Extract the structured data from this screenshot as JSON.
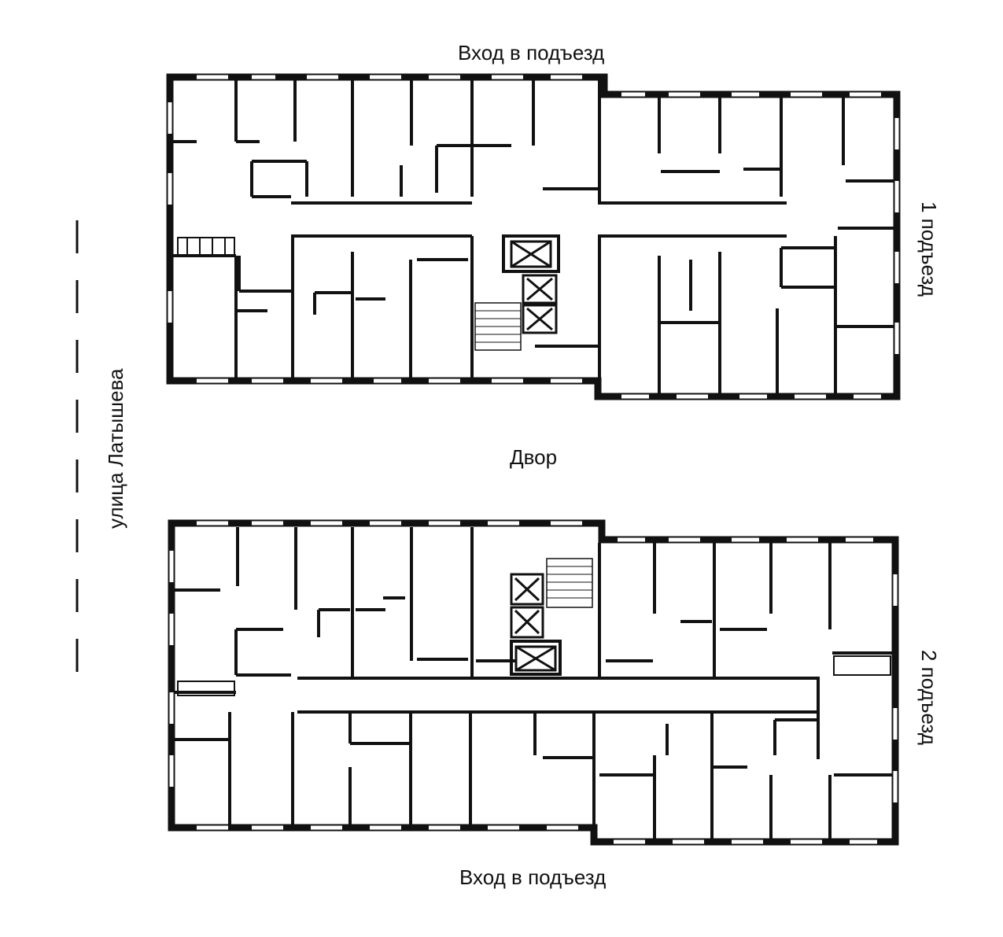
{
  "labels": {
    "entrance_top": "Вход в подъезд",
    "entrance_bottom": "Вход в подъезд",
    "yard": "Двор",
    "entrance_1": "1 подъезд",
    "entrance_2": "2 подъезд",
    "street": "улица Латышева"
  },
  "colors": {
    "wall": "#111111",
    "window": "#ffffff",
    "background": "#ffffff"
  }
}
